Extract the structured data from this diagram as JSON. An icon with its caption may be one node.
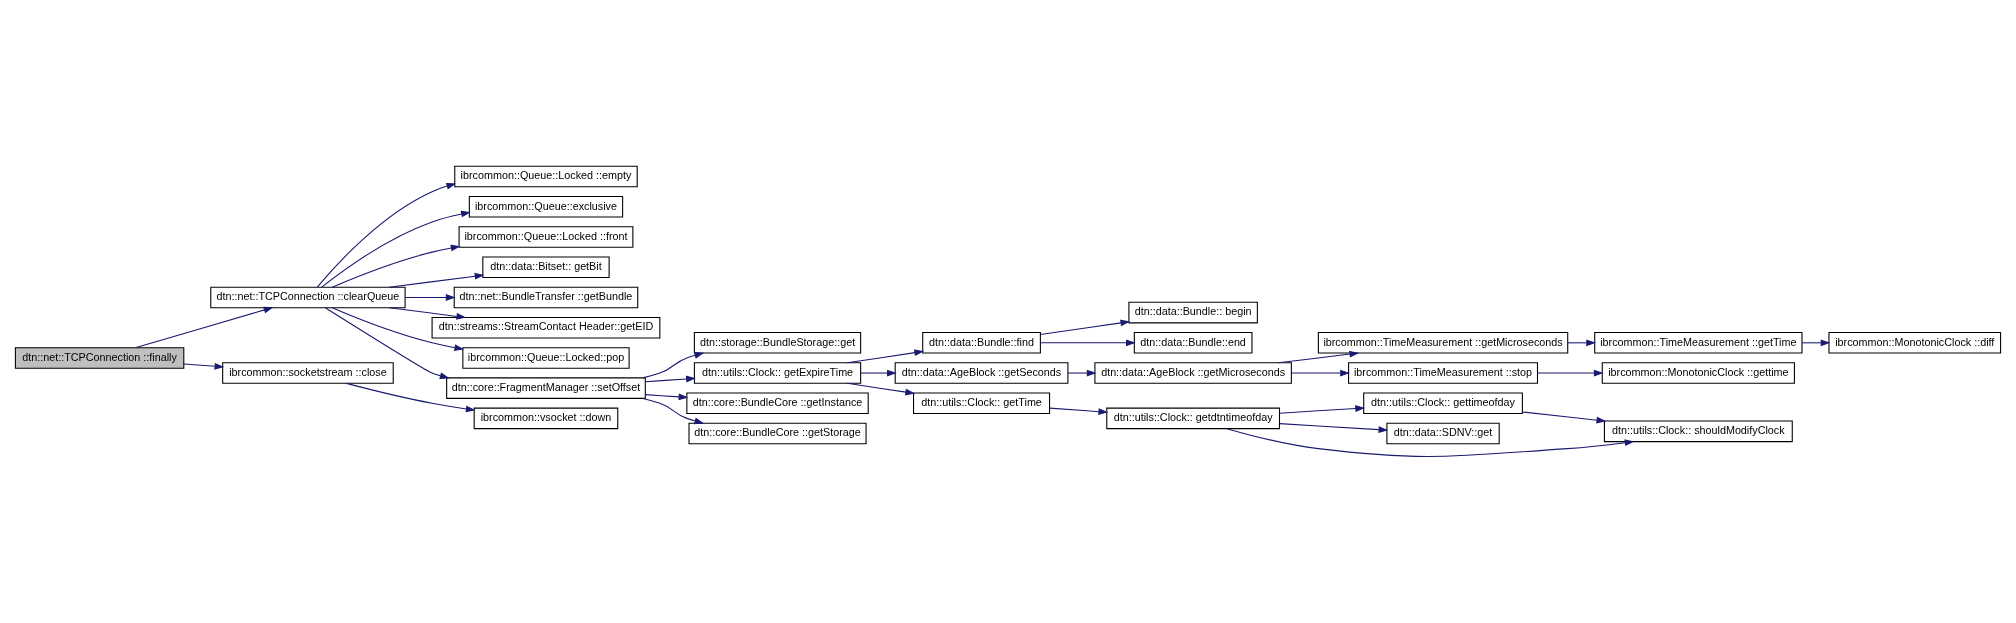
{
  "diagram": {
    "nodes": [
      {
        "text": [
          "dtn::net::TCPConnection ::finally"
        ]
      },
      {
        "text": [
          "dtn::net::TCPConnection ::clearQueue"
        ]
      },
      {
        "text": [
          "ibrcommon::socketstream ::close"
        ]
      },
      {
        "text": [
          "ibrcommon::Queue::Locked ::empty"
        ]
      },
      {
        "text": [
          "ibrcommon::Queue::exclusive"
        ]
      },
      {
        "text": [
          "ibrcommon::Queue::Locked ::front"
        ]
      },
      {
        "text": [
          "dtn::data::Bitset:: getBit"
        ]
      },
      {
        "text": [
          "dtn::net::BundleTransfer ::getBundle"
        ]
      },
      {
        "text": [
          "dtn::streams::StreamContact Header::getEID"
        ]
      },
      {
        "text": [
          "ibrcommon::Queue::Locked::pop"
        ]
      },
      {
        "text": [
          "dtn::core::FragmentManager ::setOffset"
        ]
      },
      {
        "text": [
          "ibrcommon::vsocket ::down"
        ]
      },
      {
        "text": [
          "dtn::storage::BundleStorage::get"
        ]
      },
      {
        "text": [
          "dtn::utils::Clock:: getExpireTime"
        ]
      },
      {
        "text": [
          "dtn::core::BundleCore ::getInstance"
        ]
      },
      {
        "text": [
          "dtn::core::BundleCore ::getStorage"
        ]
      },
      {
        "text": [
          "dtn::data::Bundle::find"
        ]
      },
      {
        "text": [
          "dtn::data::AgeBlock ::getSeconds"
        ]
      },
      {
        "text": [
          "dtn::utils::Clock:: getTime"
        ]
      },
      {
        "text": [
          "dtn::data::Bundle:: begin"
        ]
      },
      {
        "text": [
          "dtn::data::Bundle::end"
        ]
      },
      {
        "text": [
          "dtn::data::AgeBlock ::getMicroseconds"
        ]
      },
      {
        "text": [
          "dtn::utils::Clock:: getdtntimeofday"
        ]
      },
      {
        "text": [
          "ibrcommon::TimeMeasurement ::getMicroseconds"
        ]
      },
      {
        "text": [
          "ibrcommon::TimeMeasurement ::stop"
        ]
      },
      {
        "text": [
          "dtn::utils::Clock:: gettimeofday"
        ]
      },
      {
        "text": [
          "dtn::data::SDNV::get"
        ]
      },
      {
        "text": [
          "ibrcommon::TimeMeasurement ::getTime"
        ]
      },
      {
        "text": [
          "ibrcommon::MonotonicClock ::gettime"
        ]
      },
      {
        "text": [
          "dtn::utils::Clock:: shouldModifyClock"
        ]
      },
      {
        "text": [
          "ibrcommon::MonotonicClock ::diff"
        ]
      }
    ],
    "edges": [
      {
        "from": 0,
        "to": 1,
        "arrow": "to"
      },
      {
        "from": 0,
        "to": 2,
        "arrow": "to"
      },
      {
        "from": 1,
        "to": 3,
        "arrow": "to"
      },
      {
        "from": 1,
        "to": 4,
        "arrow": "to"
      },
      {
        "from": 1,
        "to": 5,
        "arrow": "to"
      },
      {
        "from": 1,
        "to": 6,
        "arrow": "to"
      },
      {
        "from": 1,
        "to": 7,
        "arrow": "to"
      },
      {
        "from": 1,
        "to": 8,
        "arrow": "to"
      },
      {
        "from": 1,
        "to": 9,
        "arrow": "to"
      },
      {
        "from": 1,
        "to": 10,
        "arrow": "to"
      },
      {
        "from": 2,
        "to": 11,
        "arrow": "to"
      },
      {
        "from": 10,
        "to": 12,
        "arrow": "to"
      },
      {
        "from": 10,
        "to": 13,
        "arrow": "to"
      },
      {
        "from": 10,
        "to": 14,
        "arrow": "to"
      },
      {
        "from": 10,
        "to": 15,
        "arrow": "to"
      },
      {
        "from": 13,
        "to": 16,
        "arrow": "to"
      },
      {
        "from": 13,
        "to": 17,
        "arrow": "to"
      },
      {
        "from": 13,
        "to": 18,
        "arrow": "to"
      },
      {
        "from": 16,
        "to": 19,
        "arrow": "to"
      },
      {
        "from": 16,
        "to": 20,
        "arrow": "to"
      },
      {
        "from": 17,
        "to": 21,
        "arrow": "to"
      },
      {
        "from": 18,
        "to": 22,
        "arrow": "to"
      },
      {
        "from": 21,
        "to": 23,
        "arrow": "to"
      },
      {
        "from": 21,
        "to": 24,
        "arrow": "to"
      },
      {
        "from": 22,
        "to": 25,
        "arrow": "to"
      },
      {
        "from": 22,
        "to": 29,
        "arrow": "to"
      },
      {
        "from": 22,
        "to": 26,
        "arrow": "to"
      },
      {
        "from": 25,
        "to": 29,
        "arrow": "to"
      },
      {
        "from": 23,
        "to": 27,
        "arrow": "to"
      },
      {
        "from": 27,
        "to": 30,
        "arrow": "to"
      },
      {
        "from": 24,
        "to": 28,
        "arrow": "to"
      }
    ]
  }
}
